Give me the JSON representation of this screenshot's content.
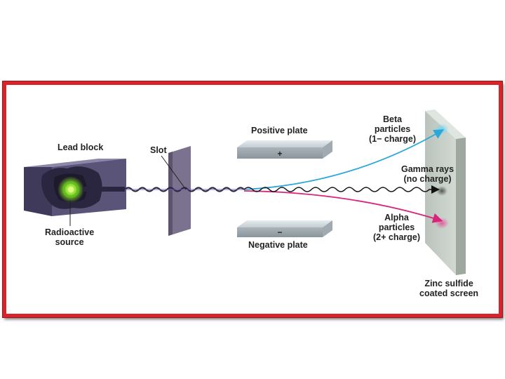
{
  "labels": {
    "lead_block": "Lead block",
    "slot": "Slot",
    "radioactive_source": [
      "Radioactive",
      "source"
    ],
    "positive_plate": "Positive plate",
    "negative_plate": "Negative plate",
    "plus_sign": "+",
    "minus_sign": "−",
    "beta": [
      "Beta",
      "particles",
      "(1− charge)"
    ],
    "gamma": [
      "Gamma rays",
      "(no charge)"
    ],
    "alpha": [
      "Alpha",
      "particles",
      "(2+ charge)"
    ],
    "screen": [
      "Zinc sulfide",
      "coated screen"
    ]
  },
  "colors": {
    "frame": "#d8232a",
    "beta_ray": "#2aa8d8",
    "alpha_ray": "#d8247a",
    "gamma_ray": "#111111",
    "source_glow": "#7ed321",
    "lead_block": "#4f4a6e",
    "plate": "#b6c0c6",
    "screen": "#c2cbc4"
  }
}
